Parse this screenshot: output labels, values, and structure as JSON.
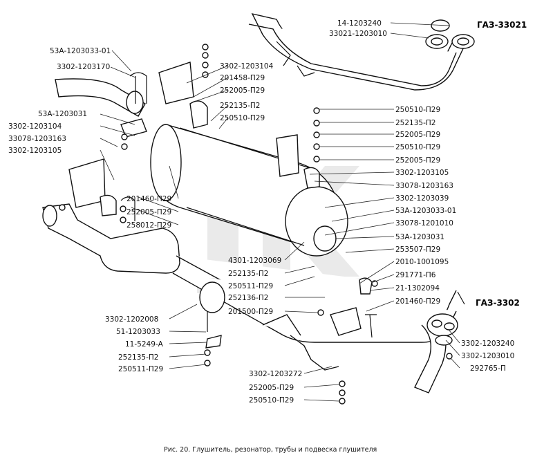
{
  "models": {
    "top": "ГАЗ-33021",
    "bottom": "ГАЗ-3302"
  },
  "labels": {
    "left": [
      "53А-1203033-01",
      "3302-1203170",
      "53А-1203031",
      "3302-1203104",
      "33078-1203163",
      "3302-1203105"
    ],
    "center_top": [
      "3302-1203104",
      "201458-П29",
      "252005-П29",
      "252135-П2",
      "250510-П29"
    ],
    "center_mid": [
      "201460-П29",
      "252005-П29",
      "258012-П29"
    ],
    "top_right": [
      "14-1203240",
      "33021-1203010"
    ],
    "right": [
      "250510-П29",
      "252135-П2",
      "252005-П29",
      "250510-П29",
      "252005-П29",
      "3302-1203105",
      "33078-1203163",
      "3302-1203039",
      "53А-1203033-01",
      "33078-1201010",
      "53А-1203031",
      "253507-П29",
      "2010-1001095",
      "291771-П6",
      "21-1302094",
      "201460-П29"
    ],
    "center_low": [
      "4301-1203069",
      "252135-П2",
      "250511-П29",
      "252136-П2",
      "201500-П29"
    ],
    "bottom_left": [
      "3302-1202008",
      "51-1203033",
      "11-5249-А",
      "252135-П2",
      "250511-П29"
    ],
    "bottom_center": [
      "3302-1203272",
      "252005-П29",
      "250510-П29"
    ],
    "bottom_right": [
      "3302-1203240",
      "3302-1203010",
      "292765-П"
    ]
  },
  "caption": "Рис. 20. Глушитель, резонатор, трубы и подвеска глушителя"
}
